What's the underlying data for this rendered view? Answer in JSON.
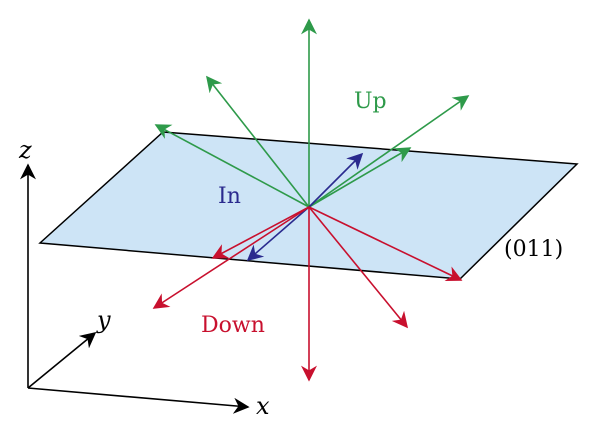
{
  "labels": {
    "plane": "(011)",
    "up": "Up",
    "in": "In",
    "down": "Down",
    "axis_x": "x",
    "axis_y": "y",
    "axis_z": "z"
  },
  "colors": {
    "up": "#2e9a4a",
    "in": "#2a2a8e",
    "down": "#c8102e",
    "plane_fill": "#cde4f6",
    "plane_edge": "#000000",
    "axes": "#000000"
  }
}
